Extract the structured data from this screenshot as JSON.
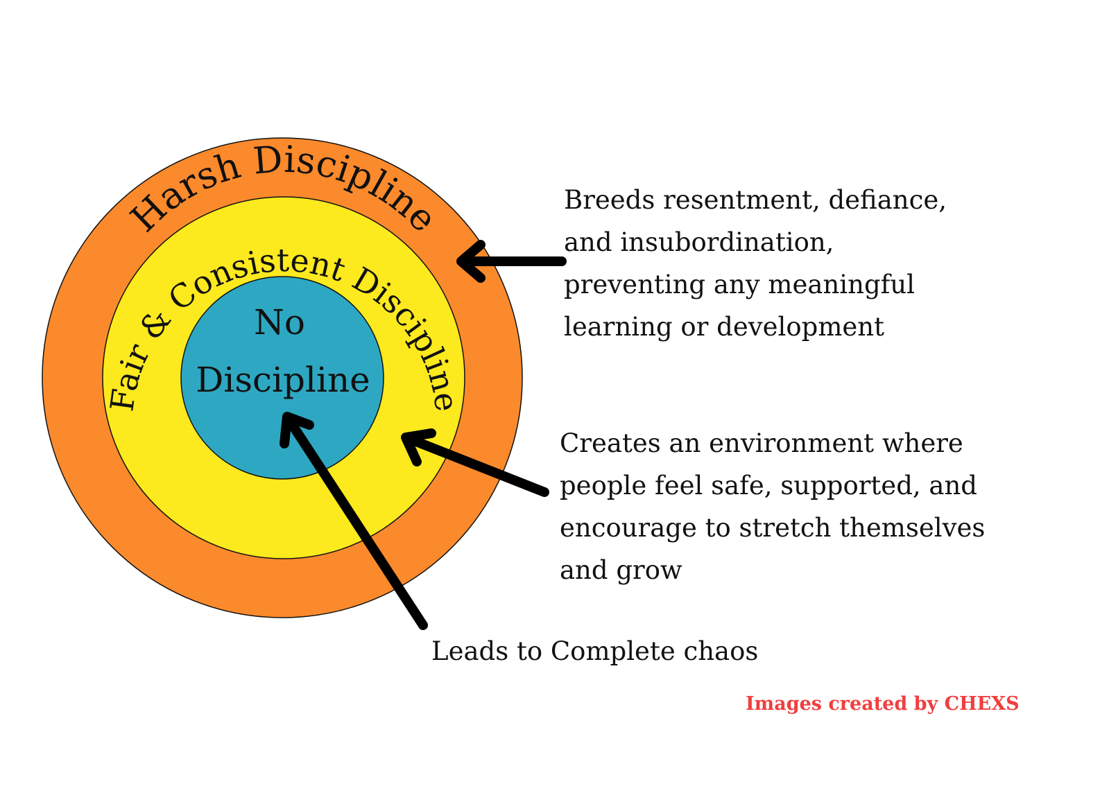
{
  "colors": {
    "outer_ring": "#fb8a2c",
    "middle_ring": "#fce91e",
    "inner_circle": "#2ea8c2",
    "arrows": "#000000",
    "credit": "#f23e3e"
  },
  "rings": {
    "outer_label": "Harsh Discipline",
    "middle_label": "Fair & Consistent Discipline",
    "inner_label_line1": "No",
    "inner_label_line2": "Discipline"
  },
  "descriptions": {
    "harsh": [
      "Breeds resentment, defiance,",
      "and insubordination,",
      "preventing any meaningful",
      "learning or development"
    ],
    "fair": [
      "Creates an environment where",
      "people feel safe, supported, and",
      "encourage to stretch themselves",
      "and grow"
    ],
    "none": [
      "Leads to Complete chaos"
    ]
  },
  "credit": "Images created  by CHEXS"
}
